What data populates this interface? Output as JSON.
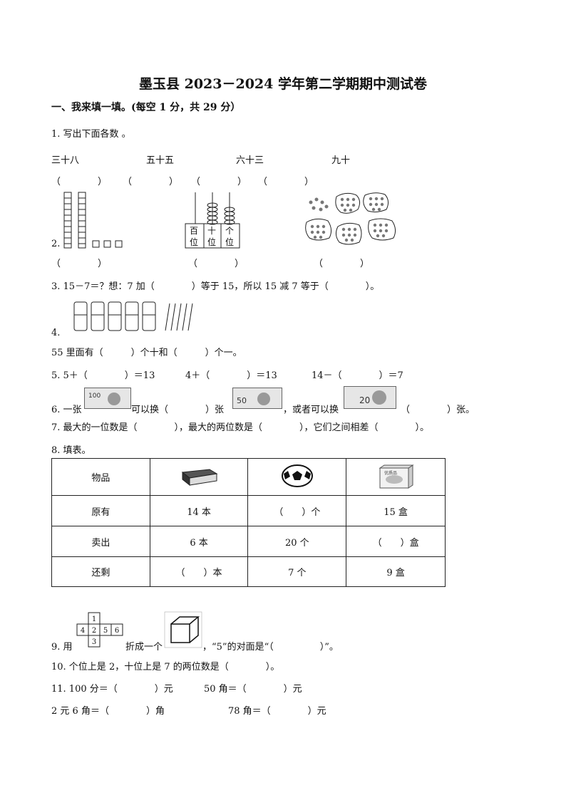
{
  "title": "墨玉县 2023－2024 学年第二学期期中测试卷",
  "section1": "一、我来填一填。(每空 1 分，共 29 分）",
  "q1": {
    "label": "1. 写出下面各数 。",
    "items": [
      "三十八",
      "五十五",
      "六十三",
      "九十"
    ],
    "blanks": [
      "（　　　　）",
      "（　　　　）",
      "（　　　　）",
      "（　　　　）"
    ]
  },
  "q2": {
    "num": "2.",
    "abacus_labels": [
      "百",
      "位",
      "十",
      "位",
      "个",
      "位"
    ],
    "blanks": [
      "（　　　　）",
      "（　　　　）",
      "（　　　　）"
    ]
  },
  "q3": "3. 15－7＝？想：7 加（　　　　）等于 15，所以 15 减 7 等于（　　　　）。",
  "q4": {
    "num": "4.",
    "text": "55 里面有（　　　）个十和（　　　）个一。"
  },
  "q5": [
    "5. 5＋（　　　　）＝13",
    "4＋（　　　　）＝13",
    "14－（　　　　）＝7"
  ],
  "q6": {
    "p1": "6. 一张",
    "p2": "可以换（　　　　）张",
    "p3": "，或者可以换",
    "p4": "（　　　　）张。",
    "note1": "100",
    "note2": "50",
    "note3": "20"
  },
  "q7": "7. 最大的一位数是（　　　　），最大的两位数是（　　　　），它们之间相差（　　　　）。",
  "q8": {
    "label": "8. 填表。",
    "rows": [
      [
        "物品",
        "",
        "",
        ""
      ],
      [
        "原有",
        "14 本",
        "（　　）个",
        "15 盒"
      ],
      [
        "卖出",
        "6 本",
        "20 个",
        "（　　）盒"
      ],
      [
        "还剩",
        "（　　）本",
        "7 个",
        "9 盒"
      ]
    ],
    "box_text": "优质品"
  },
  "q9": {
    "p1": "9. 用",
    "p2": "折成一个",
    "p3": "，“5”的对面是“（　　　　　）”。",
    "net": [
      "1",
      "4",
      "2",
      "5",
      "6",
      "3"
    ]
  },
  "q10": "10. 个位上是 2，十位上是 7 的两位数是（　　　　）。",
  "q11": [
    "11. 100 分＝（　　　　）元",
    "50 角＝（　　　　）元"
  ],
  "q12": [
    "2 元 6 角＝（　　　　）角",
    "78 角＝（　　　　）元"
  ]
}
